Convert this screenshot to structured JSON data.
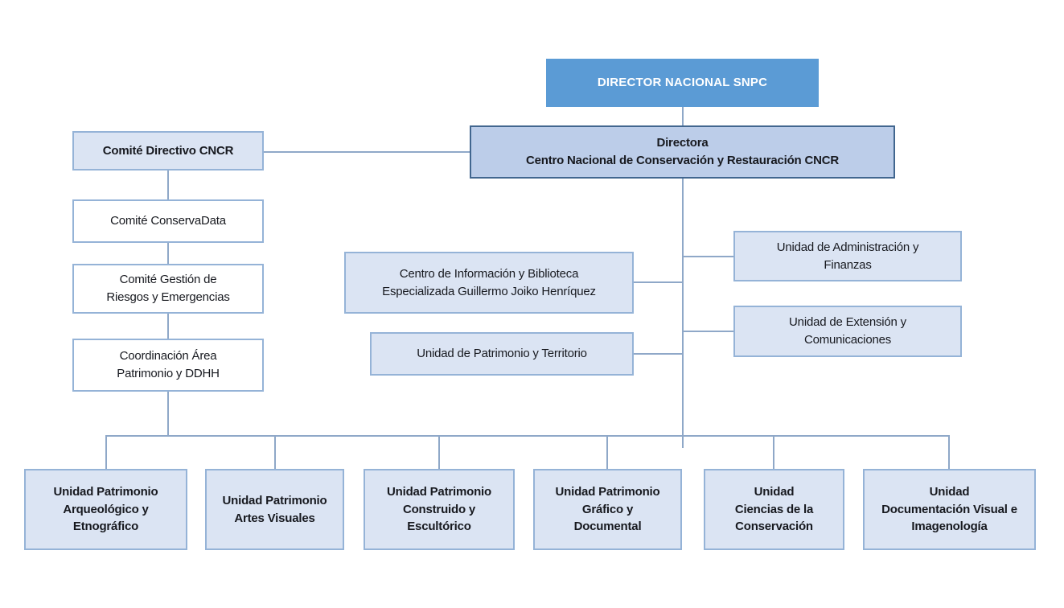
{
  "colors": {
    "page_bg": "#ffffff",
    "accent_fill": "#5b9bd5",
    "accent_text": "#ffffff",
    "director_fill": "#bccde9",
    "director_border": "#41668f",
    "light_fill": "#dbe4f3",
    "light_border": "#95b3d7",
    "white_fill": "#ffffff",
    "connector": "#8fa8c8",
    "text": "#17191f"
  },
  "nodes": {
    "director_nacional": {
      "label": "DIRECTOR NACIONAL SNPC"
    },
    "directora": {
      "label": "Directora\nCentro Nacional de Conservación y Restauración CNCR"
    },
    "comite_directivo": {
      "label": "Comité Directivo CNCR"
    },
    "comite_conservadata": {
      "label": "Comité ConservaData"
    },
    "comite_gestion": {
      "label": "Comité Gestión de\nRiesgos y Emergencias"
    },
    "coordinacion_area": {
      "label": "Coordinación Área\nPatrimonio y DDHH"
    },
    "centro_informacion": {
      "label": "Centro de Información y Biblioteca\nEspecializada Guillermo Joiko Henríquez"
    },
    "unidad_territorio": {
      "label": "Unidad de Patrimonio y Territorio"
    },
    "unidad_administracion": {
      "label": "Unidad de Administración y\nFinanzas"
    },
    "unidad_extension": {
      "label": "Unidad de Extensión y\nComunicaciones"
    },
    "unidad_arqueologico": {
      "label": "Unidad Patrimonio\nArqueológico y\nEtnográfico"
    },
    "unidad_artes": {
      "label": "Unidad Patrimonio\nArtes Visuales"
    },
    "unidad_construido": {
      "label": "Unidad Patrimonio\nConstruido y\nEscultórico"
    },
    "unidad_grafico": {
      "label": "Unidad Patrimonio\nGráfico y\nDocumental"
    },
    "unidad_ciencias": {
      "label": "Unidad\nCiencias de la\nConservación"
    },
    "unidad_documentacion": {
      "label": "Unidad\nDocumentación Visual e\nImagenología"
    }
  }
}
